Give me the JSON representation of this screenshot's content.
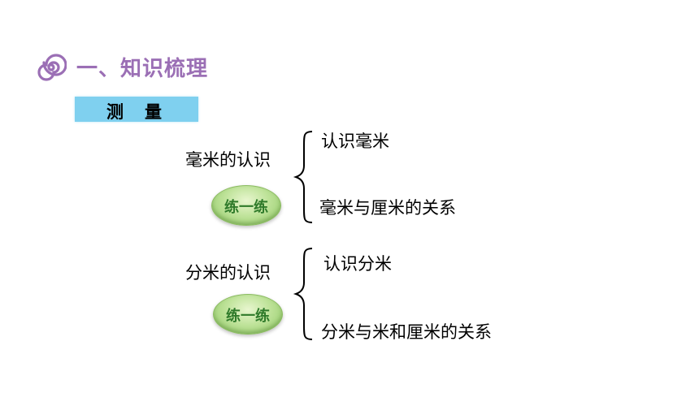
{
  "section": {
    "title": "一、知识梳理"
  },
  "topic": {
    "label": "测量"
  },
  "groups": [
    {
      "heading": "毫米的认识",
      "practice_label": "练一练",
      "items": [
        "认识毫米",
        "毫米与厘米的关系"
      ]
    },
    {
      "heading": "分米的认识",
      "practice_label": "练一练",
      "items": [
        "认识分米",
        "分米与米和厘米的关系"
      ]
    }
  ],
  "colors": {
    "title": "#9b6fb5",
    "topic_box": "#7fd0ef",
    "practice_text": "#2f7a2a"
  },
  "icons": {
    "section_marker": "spiral-icon"
  }
}
